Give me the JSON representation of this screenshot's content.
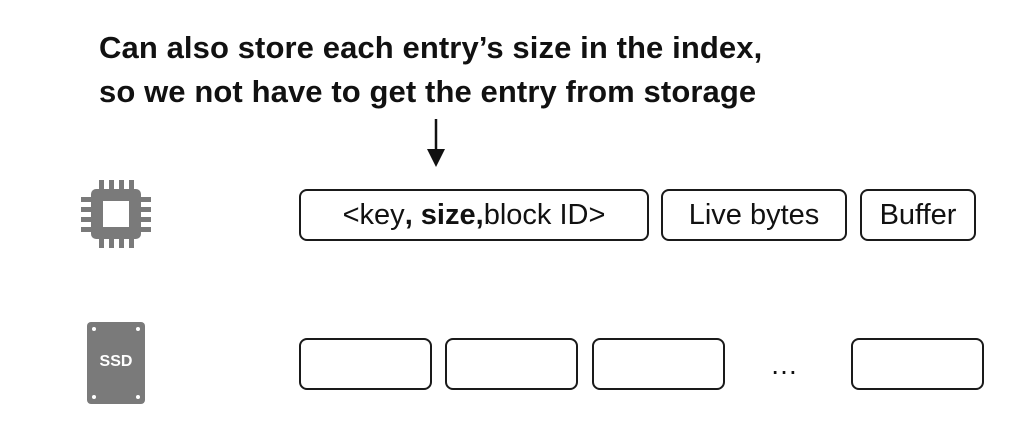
{
  "caption": {
    "line1": "Can also store each entry’s size in the index,",
    "line2": "so we not have to get the entry from storage"
  },
  "icons": {
    "memory": "cpu-chip-icon",
    "storage": "ssd-icon",
    "ssd_label": "SSD"
  },
  "memory_row": {
    "index_entry": {
      "open": "<key",
      "size": ", size,",
      "close": " block ID>"
    },
    "live_bytes": "Live bytes",
    "buffer": "Buffer"
  },
  "storage_row": {
    "block_count_before_gap": 3,
    "ellipsis": "…",
    "block_count_after_gap": 1
  },
  "colors": {
    "icon_gray": "#7a7a7a",
    "outline": "#1a1a1a",
    "text": "#111111"
  }
}
